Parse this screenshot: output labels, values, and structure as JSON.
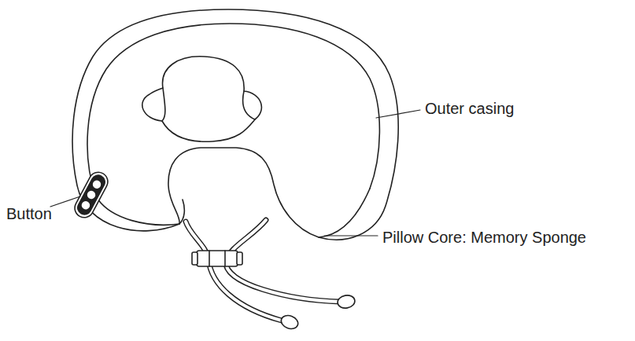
{
  "diagram": {
    "labels": [
      "Outer casing",
      "Button",
      "Pillow Core: Memory Sponge"
    ]
  }
}
